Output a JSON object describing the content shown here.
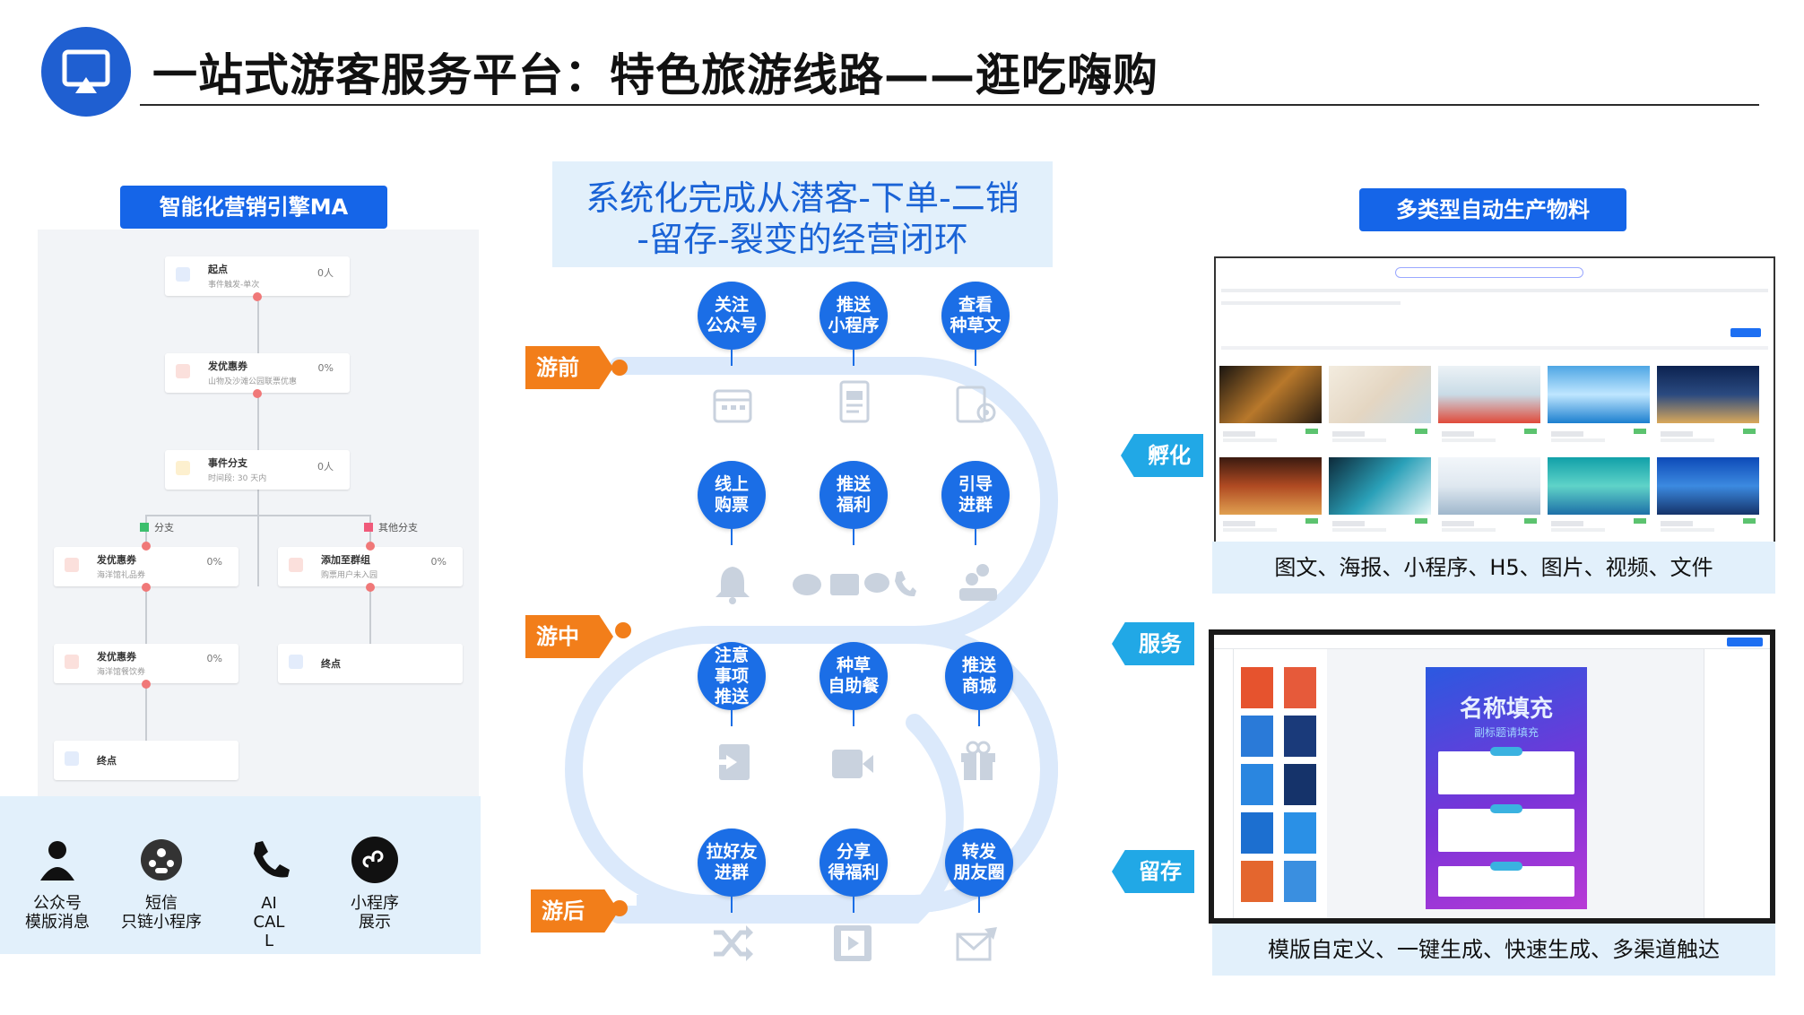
{
  "header": {
    "title": "一站式游客服务平台：特色旅游线路——逛吃嗨购",
    "logo_icon": "screen-cast-icon"
  },
  "left_panel": {
    "label": "智能化营销引擎MA",
    "flow_nodes": [
      {
        "title": "起点",
        "subtitle": "事件触发-单次",
        "value": "0人"
      },
      {
        "title": "发优惠券",
        "subtitle": "山物及沙滩公园联票优惠",
        "value": "0%"
      },
      {
        "title": "事件分支",
        "subtitle": "时间段: 30 天内",
        "value": "0人"
      },
      {
        "title": "发优惠券",
        "subtitle": "海洋馆礼品券",
        "value": "0%"
      },
      {
        "title": "添加至群组",
        "subtitle": "购票用户未入园",
        "value": "0%"
      },
      {
        "title": "发优惠券",
        "subtitle": "海洋馆餐饮券",
        "value": "0%"
      },
      {
        "title": "终点",
        "subtitle": "",
        "value": ""
      },
      {
        "title": "终点",
        "subtitle": "",
        "value": ""
      }
    ],
    "branches": [
      "分支",
      "其他分支"
    ],
    "channels": [
      {
        "icon": "user-icon",
        "label_1": "公众号",
        "label_2": "模版消息",
        "label_3": ""
      },
      {
        "icon": "people-group-icon",
        "label_1": "短信",
        "label_2": "只链小程序",
        "label_3": ""
      },
      {
        "icon": "phone-icon",
        "label_1": "AI",
        "label_2": "CAL",
        "label_3": "L"
      },
      {
        "icon": "mini-program-icon",
        "label_1": "小程序",
        "label_2": "展示",
        "label_3": ""
      }
    ]
  },
  "center": {
    "headline_1": "系统化完成从潜客-下单-二销",
    "headline_2": "-留存-裂变的经营闭环",
    "stages": [
      "游前",
      "游中",
      "游后"
    ],
    "side_tags": [
      "孵化",
      "服务",
      "留存"
    ],
    "steps": [
      {
        "row": 1,
        "line1": "关注",
        "line2": "公众号",
        "line3": "",
        "icon": "calendar-icon"
      },
      {
        "row": 1,
        "line1": "推送",
        "line2": "小程序",
        "line3": "",
        "icon": "document-icon"
      },
      {
        "row": 1,
        "line1": "查看",
        "line2": "种草文",
        "line3": "",
        "icon": "settings-document-icon"
      },
      {
        "row": 2,
        "line1": "线上",
        "line2": "购票",
        "line3": "",
        "icon": "bell-icon"
      },
      {
        "row": 2,
        "line1": "推送",
        "line2": "福利",
        "line3": "",
        "icon": "chat-mail-phone-icon"
      },
      {
        "row": 2,
        "line1": "引导",
        "line2": "进群",
        "line3": "",
        "icon": "group-icon"
      },
      {
        "row": 3,
        "line1": "注意",
        "line2": "事项",
        "line3": "推送",
        "icon": "sign-in-icon"
      },
      {
        "row": 3,
        "line1": "种草",
        "line2": "自助餐",
        "line3": "",
        "icon": "video-icon"
      },
      {
        "row": 3,
        "line1": "推送",
        "line2": "商城",
        "line3": "",
        "icon": "gift-icon"
      },
      {
        "row": 4,
        "line1": "拉好友",
        "line2": "进群",
        "line3": "",
        "icon": "shuffle-icon"
      },
      {
        "row": 4,
        "line1": "分享",
        "line2": "得福利",
        "line3": "",
        "icon": "film-icon"
      },
      {
        "row": 4,
        "line1": "转发",
        "line2": "朋友圈",
        "line3": "",
        "icon": "send-mail-icon"
      }
    ]
  },
  "right_panel": {
    "label": "多类型自动生产物料",
    "gallery_caption": "图文、海报、小程序、H5、图片、视频、文件",
    "editor_caption": "模版自定义、一键生成、快速生成、多渠道触达",
    "poster_title": "名称填充",
    "poster_subtitle": "副标题请填充"
  },
  "colors": {
    "primary_blue": "#1b6ee6",
    "label_blue": "#1565e8",
    "stage_orange": "#f27e1a",
    "side_cyan": "#21a8e6",
    "panel_bg": "#e2f0fb"
  }
}
